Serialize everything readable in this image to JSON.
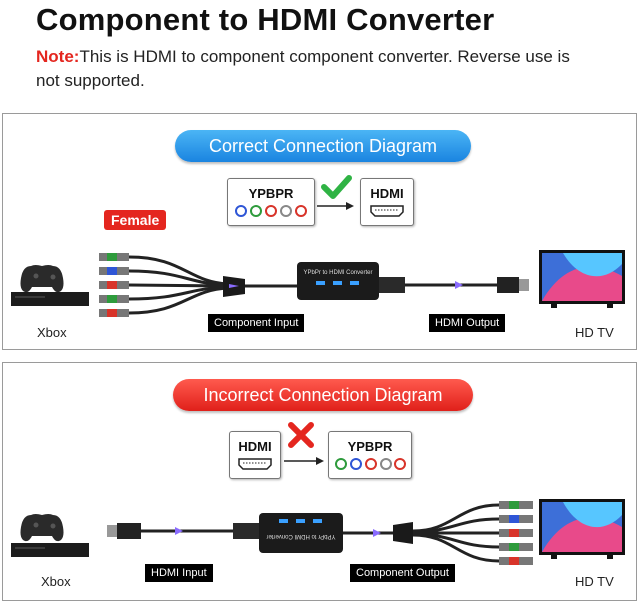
{
  "title": "Component to HDMI Converter",
  "note": {
    "label": "Note:",
    "text": "This is HDMI to component component converter. Reverse use is not supported."
  },
  "correct": {
    "heading": "Correct Connection Diagram",
    "source_box": "YPBPR",
    "target_box": "HDMI",
    "status_icon": "check-icon",
    "female_label": "Female",
    "input_label": "Component Input",
    "output_label": "HDMI Output",
    "left_device": "Xbox",
    "right_device": "HD TV",
    "converter_text": "YPbPr to HDMI Converter"
  },
  "incorrect": {
    "heading": "Incorrect Connection Diagram",
    "source_box": "HDMI",
    "target_box": "YPBPR",
    "status_icon": "cross-icon",
    "input_label": "HDMI Input",
    "output_label": "Component Output",
    "left_device": "Xbox",
    "right_device": "HD TV",
    "converter_text": "YPbPr to HDMI Converter"
  },
  "colors": {
    "accent_red": "#e4261f",
    "blue_pill": "#1a84e0",
    "check_green": "#2fb344",
    "rca": [
      "#2e9b3c",
      "#2f56d6",
      "#d8342a",
      "#ffffff",
      "#d8342a"
    ]
  }
}
